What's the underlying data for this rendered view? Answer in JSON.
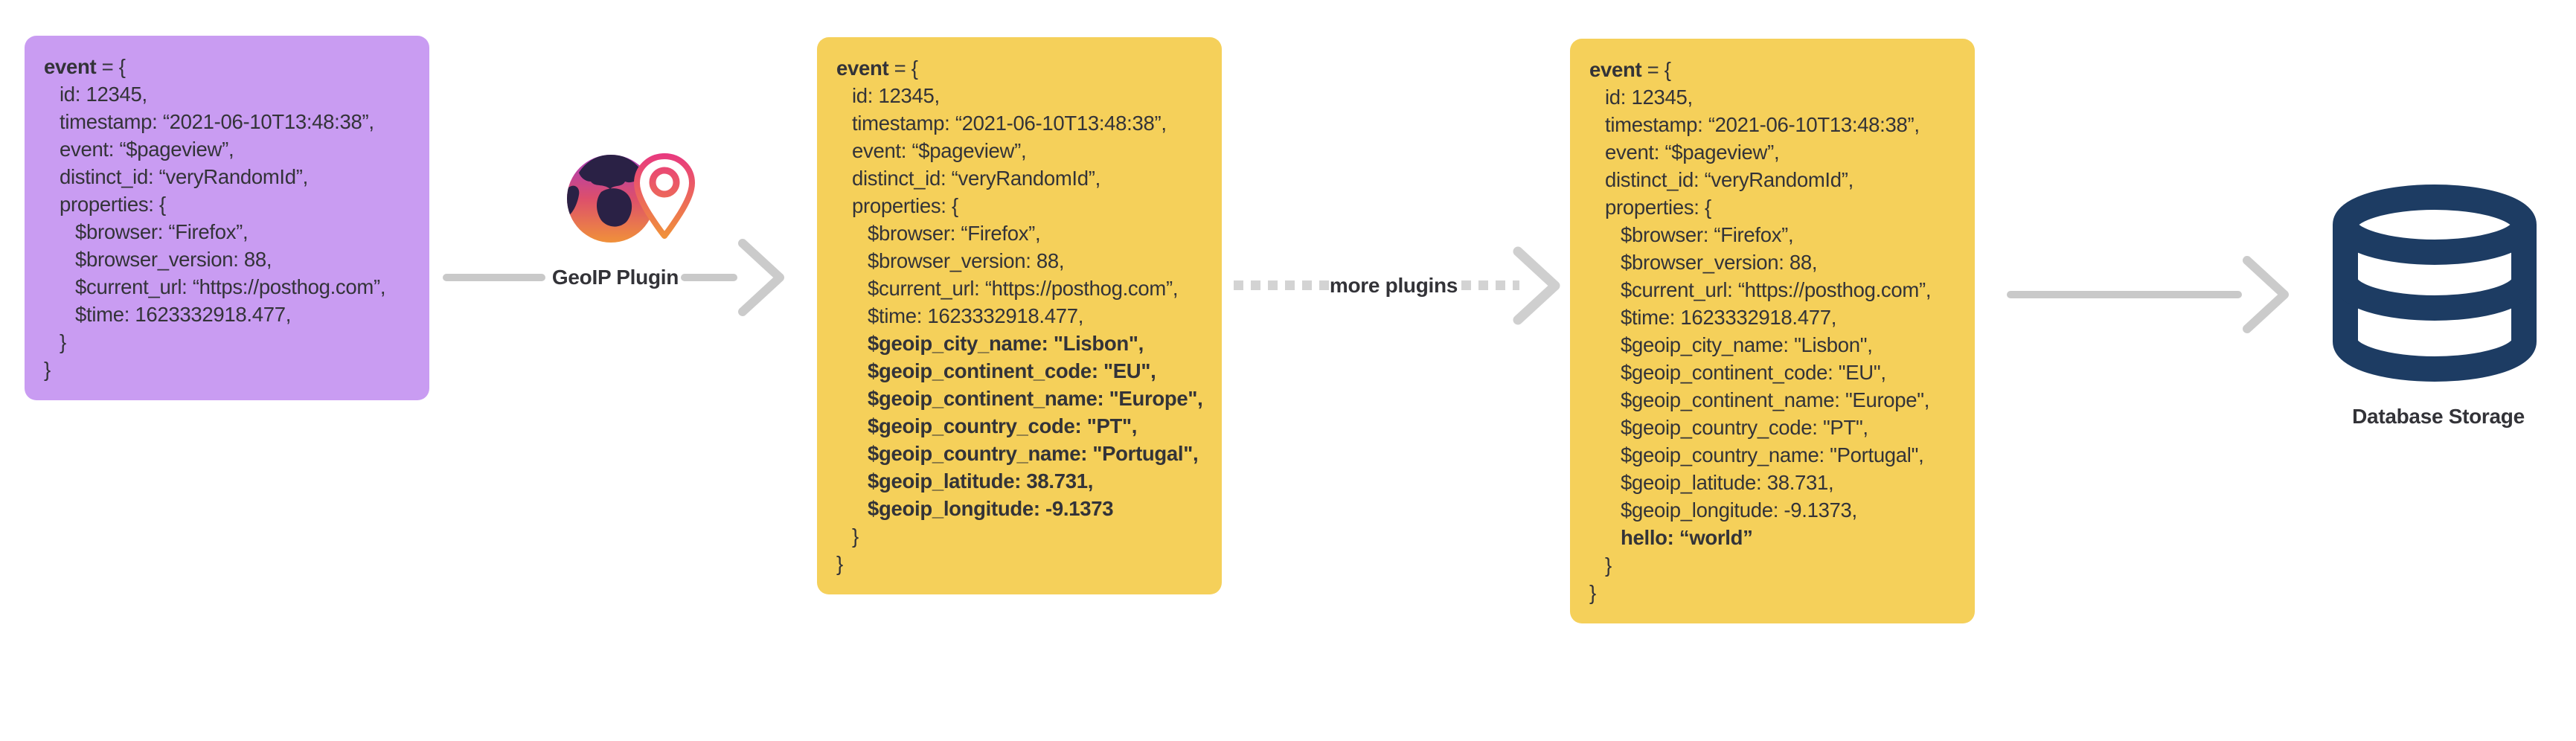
{
  "colors": {
    "purple_card": "#c99cf2",
    "yellow_card": "#f5d05a",
    "code_text": "#333338",
    "arrow_gray": "#c9c9c9",
    "dash_gray": "#d3d3d3",
    "database_navy": "#1d3c63",
    "globe_gradient_top": "#aa3abd",
    "globe_gradient_mid": "#dd4f6b",
    "globe_gradient_bottom": "#f0913a",
    "pin_gradient_top": "#e83a7f",
    "pin_gradient_bottom": "#f0913a",
    "continent_dark": "#2a2145"
  },
  "icons": {
    "geoip_logo": "globe-with-location-pin-icon",
    "database": "database-cylinder-icon",
    "solid_arrow": "right-arrow-icon",
    "dashed_arrow": "dashed-right-arrow-icon"
  },
  "steps": {
    "geoip": {
      "label": "GeoIP Plugin"
    },
    "more_plugins": {
      "label": "more plugins"
    },
    "database": {
      "label": "Database Storage"
    }
  },
  "cards": [
    {
      "name": "event-before-plugins",
      "header_keyword": "event",
      "header_rest": " = {",
      "lines": [
        "id: 12345,",
        "timestamp: “2021-06-10T13:48:38”,",
        "event: “$pageview”,",
        "distinct_id: “veryRandomId”,",
        "properties: {",
        "$browser: “Firefox”,",
        "$browser_version: 88,",
        "$current_url: “https://posthog.com”,",
        "$time: 1623332918.477,",
        "}",
        "}"
      ]
    },
    {
      "name": "event-after-geoip-plugin",
      "header_keyword": "event",
      "header_rest": " = {",
      "lines": [
        "id: 12345,",
        "timestamp: “2021-06-10T13:48:38”,",
        "event: “$pageview”,",
        "distinct_id: “veryRandomId”,",
        "properties: {",
        "$browser: “Firefox”,",
        "$browser_version: 88,",
        "$current_url: “https://posthog.com”,",
        "$time: 1623332918.477,",
        "$geoip_city_name: \"Lisbon\",",
        "$geoip_continent_code: \"EU\",",
        "$geoip_continent_name: \"Europe\",",
        "$geoip_country_code: \"PT\",",
        "$geoip_country_name: \"Portugal\",",
        "$geoip_latitude: 38.731,",
        "$geoip_longitude: -9.1373",
        "}",
        "}"
      ]
    },
    {
      "name": "event-after-more-plugins",
      "header_keyword": "event",
      "header_rest": " = {",
      "lines": [
        "id: 12345,",
        "timestamp: “2021-06-10T13:48:38”,",
        "event: “$pageview”,",
        "distinct_id: “veryRandomId”,",
        "properties: {",
        "$browser: “Firefox”,",
        "$browser_version: 88,",
        "$current_url: “https://posthog.com”,",
        "$time: 1623332918.477,",
        "$geoip_city_name: \"Lisbon\",",
        "$geoip_continent_code: \"EU\",",
        "$geoip_continent_name: \"Europe\",",
        "$geoip_country_code: \"PT\",",
        "$geoip_country_name: \"Portugal\",",
        "$geoip_latitude: 38.731,",
        "$geoip_longitude: -9.1373,",
        "hello: “world”",
        "}",
        "}"
      ]
    }
  ]
}
